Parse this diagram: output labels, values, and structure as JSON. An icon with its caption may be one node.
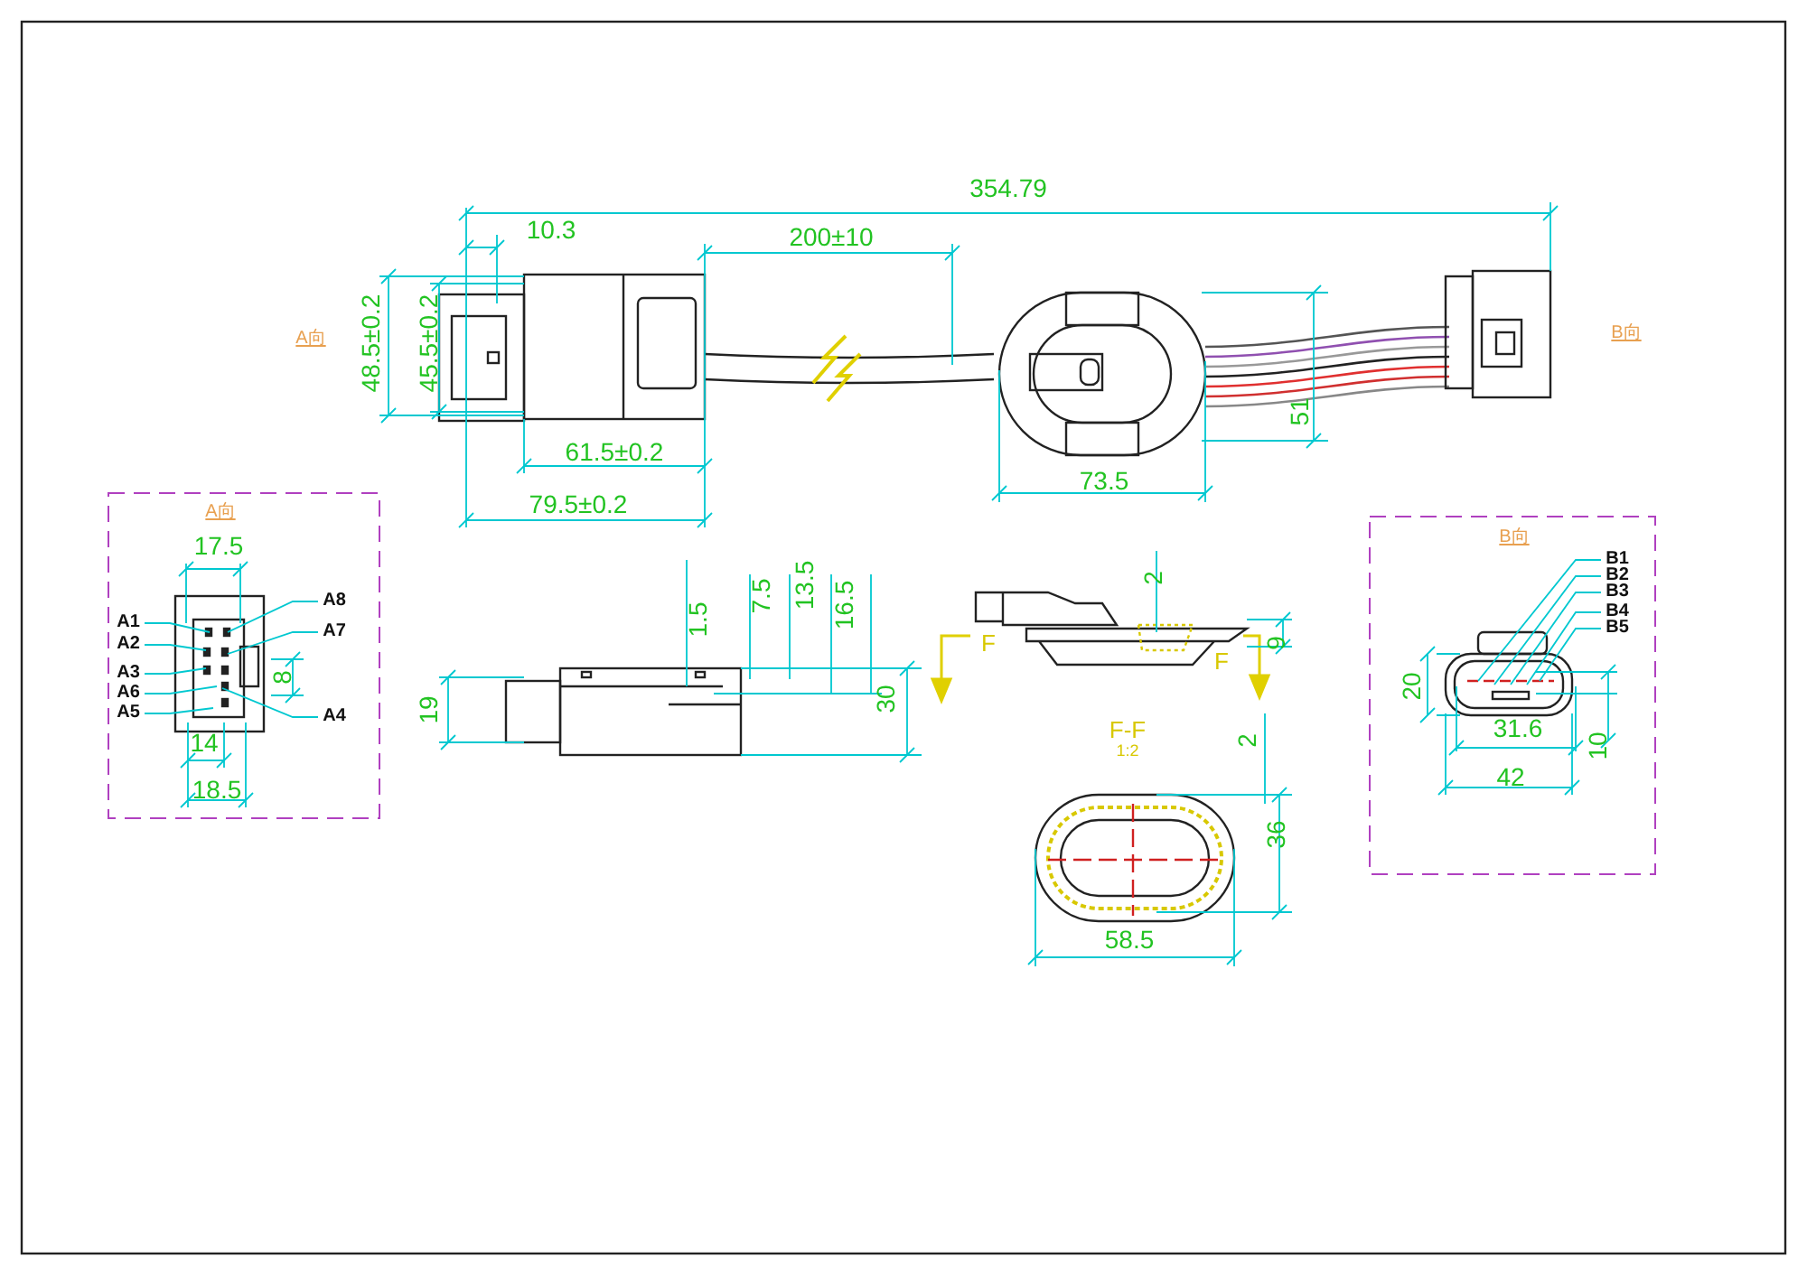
{
  "diagram": {
    "nodes": [
      {
        "text": [
          "A1"
        ]
      },
      {
        "text": [
          "A2"
        ]
      },
      {
        "text": [
          "A3"
        ]
      },
      {
        "text": [
          "A6"
        ]
      },
      {
        "text": [
          "A5"
        ]
      },
      {
        "text": [
          "A8"
        ]
      },
      {
        "text": [
          "A7"
        ]
      },
      {
        "text": [
          "A4"
        ]
      },
      {
        "text": [
          "B1"
        ]
      },
      {
        "text": [
          "B2"
        ]
      },
      {
        "text": [
          "B3"
        ]
      },
      {
        "text": [
          "B4"
        ]
      },
      {
        "text": [
          "B5"
        ]
      }
    ],
    "edges": [
      {
        "from": 0,
        "to": null,
        "arrow": "none"
      },
      {
        "from": 1,
        "to": null,
        "arrow": "none"
      },
      {
        "from": 2,
        "to": null,
        "arrow": "none"
      },
      {
        "from": 3,
        "to": null,
        "arrow": "none"
      },
      {
        "from": 4,
        "to": null,
        "arrow": "none"
      },
      {
        "from": 5,
        "to": null,
        "arrow": "none"
      },
      {
        "from": 6,
        "to": null,
        "arrow": "none"
      },
      {
        "from": 7,
        "to": null,
        "arrow": "none"
      },
      {
        "from": 8,
        "to": null,
        "arrow": "none"
      },
      {
        "from": 9,
        "to": null,
        "arrow": "none"
      },
      {
        "from": 10,
        "to": null,
        "arrow": "none"
      },
      {
        "from": 11,
        "to": null,
        "arrow": "none"
      },
      {
        "from": 12,
        "to": null,
        "arrow": "none"
      }
    ],
    "labels": [
      "354.79",
      "10.3",
      "200±10",
      "A向",
      "48.5±0.2",
      "45.5±0.2",
      "B向",
      "51",
      "61.5±0.2",
      "73.5",
      "A向",
      "79.5±0.2",
      "17.5",
      "B向",
      "1.5",
      "7.5",
      "13.5",
      "16.5",
      "2",
      "F",
      "9",
      "F",
      "8",
      "19",
      "30",
      "14",
      "18.5",
      "F-F",
      "1:2",
      "20",
      "31.6",
      "10",
      "2",
      "42",
      "36",
      "58.5"
    ]
  }
}
